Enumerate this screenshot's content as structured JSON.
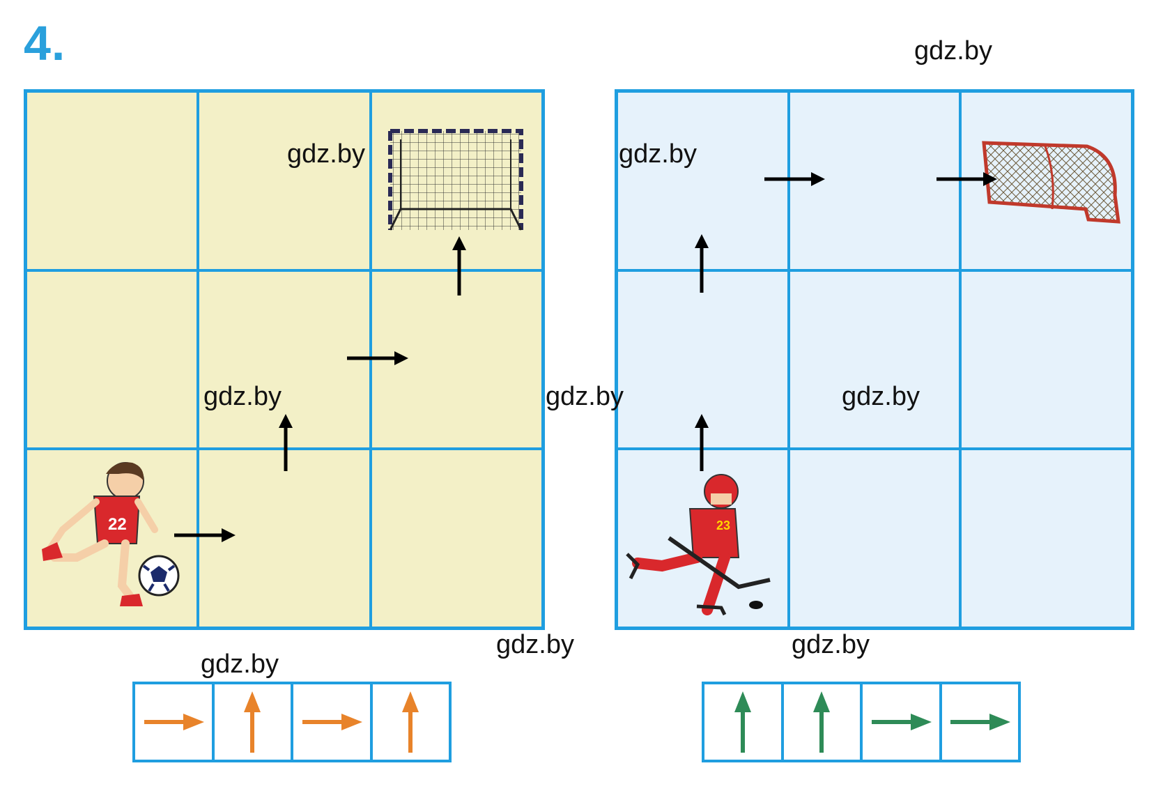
{
  "task_number": "4.",
  "watermarks": [
    "gdz.by",
    "gdz.by",
    "gdz.by",
    "gdz.by",
    "gdz.by",
    "gdz.by",
    "gdz.by",
    "gdz.by",
    "gdz.by"
  ],
  "soccer_board": {
    "rows": 3,
    "cols": 3,
    "start": "soccer-player",
    "goal": "soccer-goal",
    "path": [
      "right",
      "up",
      "right",
      "up"
    ],
    "jersey_number": "22"
  },
  "hockey_board": {
    "rows": 3,
    "cols": 3,
    "start": "hockey-player",
    "goal": "hockey-net",
    "path": [
      "up",
      "up",
      "right",
      "right"
    ],
    "jersey_number": "23"
  },
  "soccer_code": {
    "arrows": [
      "right",
      "up",
      "right",
      "up"
    ],
    "color": "#e8832a"
  },
  "hockey_code": {
    "arrows": [
      "up",
      "up",
      "right",
      "right"
    ],
    "color": "#2e8b57"
  },
  "colors": {
    "grid": "#1f9ee0",
    "soccer_field": "#f3f0c7",
    "hockey_field": "#e6f2fb",
    "path_arrow": "#000000"
  }
}
